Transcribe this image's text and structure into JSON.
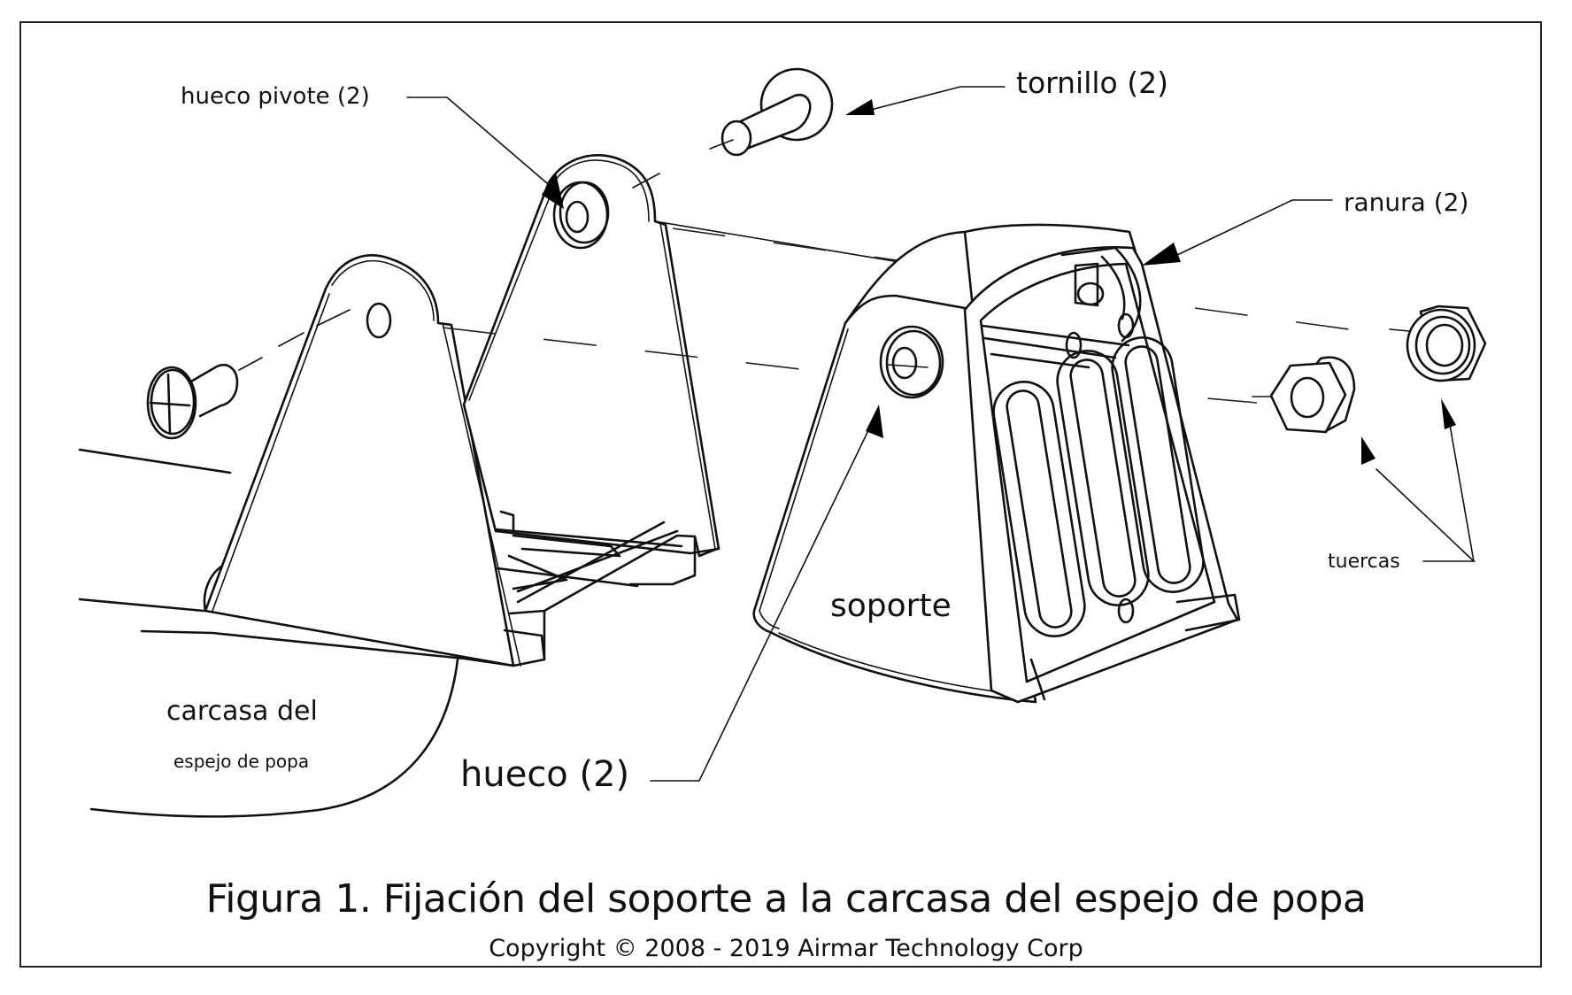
{
  "figure": {
    "caption": "Figura 1. Fijación del soporte a la carcasa del espejo de popa",
    "copyright": "Copyright © 2008 - 2019 Airmar Technology Corp"
  },
  "labels": {
    "hueco_pivote": "hueco pivote (2)",
    "tornillo": "tornillo (2)",
    "ranura": "ranura (2)",
    "tuercas": "tuercas",
    "soporte": "soporte",
    "carcasa_line1": "carcasa del",
    "carcasa_line2": "espejo de popa",
    "hueco": "hueco (2)"
  },
  "parts": [
    {
      "id": "screw-left",
      "icon": "phillips-screw-icon"
    },
    {
      "id": "screw-right",
      "icon": "screw-icon"
    },
    {
      "id": "transom-housing",
      "icon": "housing-icon"
    },
    {
      "id": "bracket",
      "icon": "bracket-icon"
    },
    {
      "id": "nut-1",
      "icon": "hex-nut-icon"
    },
    {
      "id": "nut-2",
      "icon": "lock-nut-icon"
    }
  ],
  "colors": {
    "line": "#111111",
    "background": "#ffffff"
  }
}
